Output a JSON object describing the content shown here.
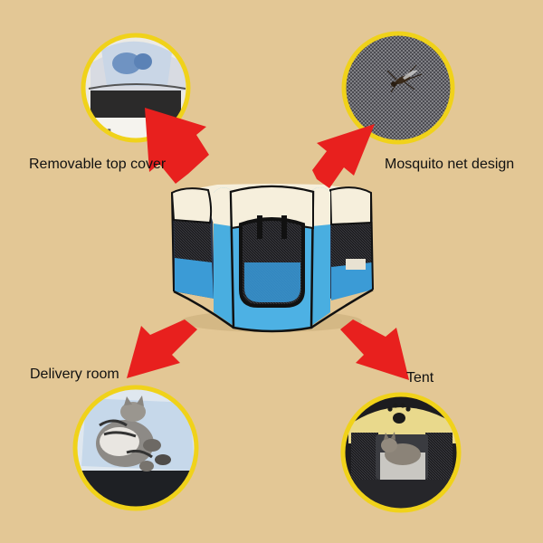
{
  "features": {
    "top_cover": "Removable top cover",
    "mosquito_net": "Mosquito net design",
    "delivery_room": "Delivery room",
    "tent": "Tent"
  },
  "colors": {
    "background": "#e3c795",
    "arrow": "#e8201e",
    "circle_border": "#f0d21a",
    "playpen_blue": "#49aee0",
    "playpen_cream": "#f6efdc",
    "mesh": "#3a3a3a"
  }
}
